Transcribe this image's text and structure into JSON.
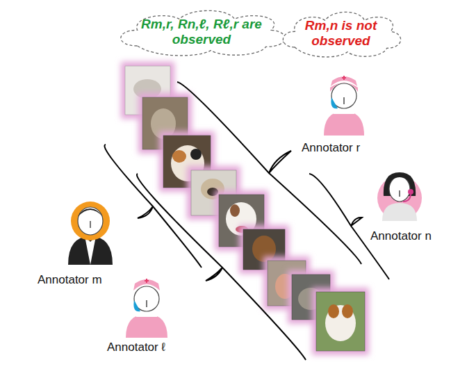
{
  "diagram": {
    "nodes": [
      {
        "text": [
          "Rm,r, Rn,ℓ, Rℓ,r are observed"
        ]
      },
      {
        "text": [
          "Rm,n is not observed"
        ]
      }
    ],
    "labels": [
      "Annotator r",
      "Annotator n",
      "Annotator m",
      "Annotator ℓ"
    ]
  }
}
